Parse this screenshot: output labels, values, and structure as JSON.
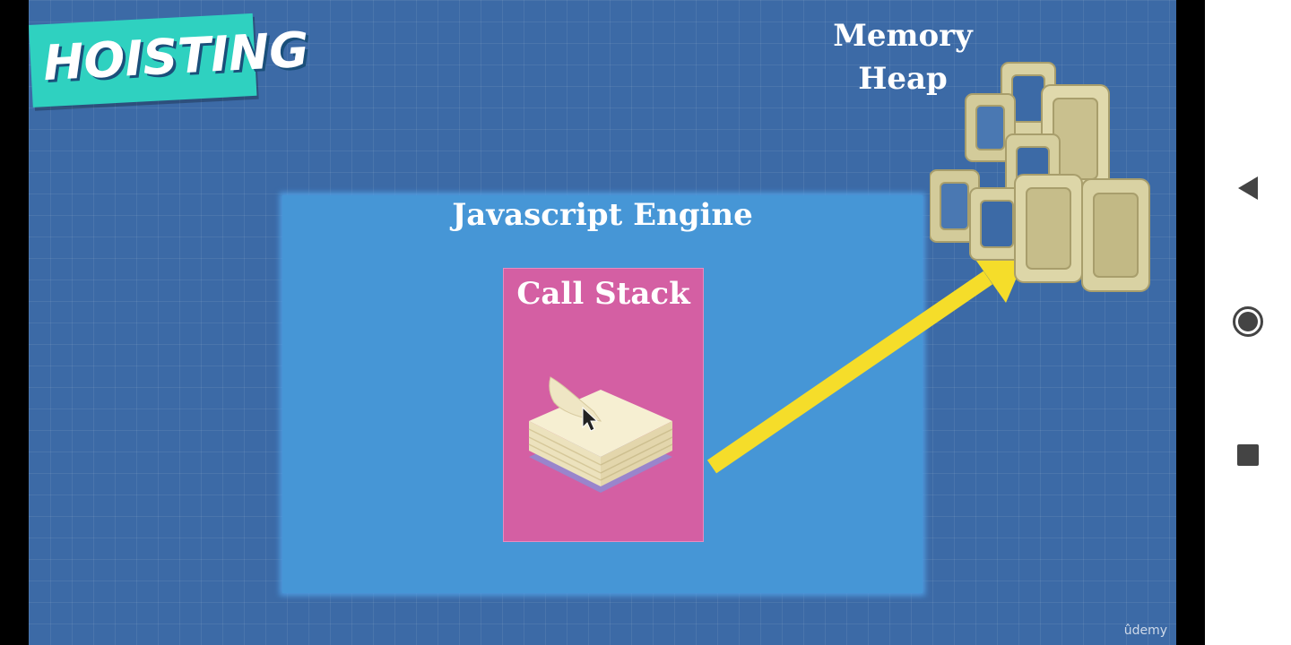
{
  "slide": {
    "badge": "HOISTING",
    "engine_title": "Javascript Engine",
    "callstack_title": "Call Stack",
    "heap_title_line1": "Memory",
    "heap_title_line2": "Heap",
    "watermark": "ûdemy"
  },
  "icons": {
    "stack": "paper-stack-icon",
    "heap": "memory-heap-icon",
    "arrow": "yellow-arrow-icon",
    "cursor": "mouse-pointer-icon"
  },
  "colors": {
    "background": "#3c6aa6",
    "engine": "#4696d6",
    "callstack": "#d45fa3",
    "badge": "#2fd1c0",
    "arrow": "#f5dd2a",
    "heap": "#d9d2a3"
  },
  "nav": {
    "back": "back-icon",
    "home": "home-icon",
    "recent": "recent-apps-icon"
  }
}
